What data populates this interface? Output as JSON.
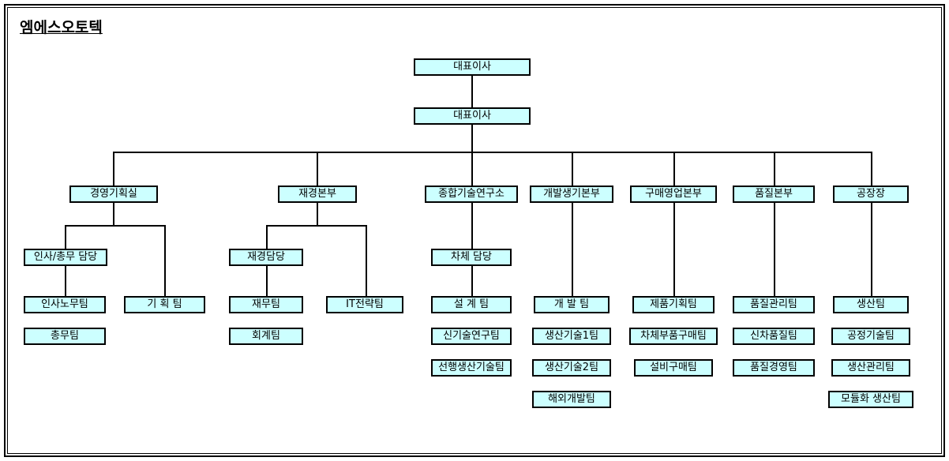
{
  "page": {
    "title": "엠에스오토텍",
    "box_fill_color": "#ccffff",
    "box_border_color": "#000000",
    "line_color": "#000000",
    "background_color": "#ffffff"
  },
  "chart_data": {
    "type": "diagram",
    "title": "엠에스오토텍",
    "nodes": {
      "ceo_top": "대표이사",
      "ceo_second": "대표이사",
      "div_planning": "경영기획실",
      "div_finance": "재경본부",
      "div_rnd": "종합기술연구소",
      "div_devprod": "개발생기본부",
      "div_purchase": "구매영업본부",
      "div_quality": "품질본부",
      "div_plant": "공장장",
      "mgr_hr": "인사/총무 담당",
      "mgr_finance": "재경담당",
      "mgr_body": "차체 담당",
      "team_hr_labor": "인사노무팀",
      "team_planning": "기 획 팀",
      "team_general_affairs": "총무팀",
      "team_finance": "재무팀",
      "team_it_strategy": "IT전략팀",
      "team_accounting": "회계팀",
      "team_design": "설 계 팀",
      "team_new_tech": "신기술연구팀",
      "team_adv_prod_tech": "선행생산기술팀",
      "team_development": "개 발 팀",
      "team_prod_tech1": "생산기술1팀",
      "team_prod_tech2": "생산기술2팀",
      "team_overseas_dev": "해외개발팀",
      "team_product_planning": "제품기획팀",
      "team_body_parts_purchase": "차체부품구매팀",
      "team_equipment_purchase": "설비구매팀",
      "team_quality_control": "품질관리팀",
      "team_new_car_quality": "신차품질팀",
      "team_quality_mgmt": "품질경영팀",
      "team_production": "생산팀",
      "team_process_tech": "공정기술팀",
      "team_production_mgmt": "생산관리팀",
      "team_modular_production": "모듈화 생산팀"
    }
  }
}
